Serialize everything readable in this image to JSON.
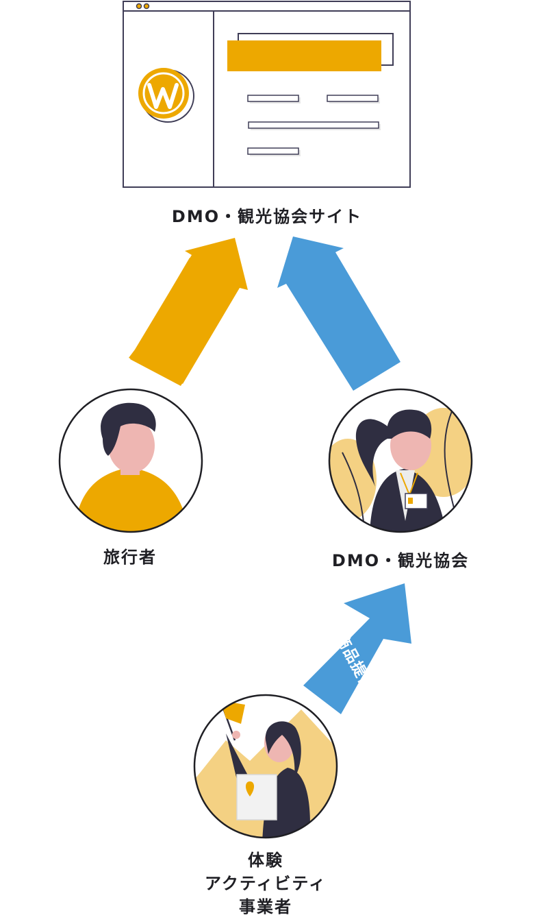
{
  "site": {
    "label": "DMO・観光協会サイト",
    "logo": "wordpress-logo"
  },
  "nodes": {
    "traveler": {
      "label": "旅行者"
    },
    "dmo": {
      "label": "DMO・観光協会"
    },
    "provider": {
      "lines": [
        "体験",
        "アクティビティ",
        "事業者"
      ]
    }
  },
  "arrows": {
    "provide": {
      "label": "商品提供"
    }
  },
  "colors": {
    "accent": "#eda800",
    "blue": "#4a9bd8",
    "light_yellow": "#f4d183",
    "dark": "#2f2e41",
    "skin": "#eeb6b2",
    "outline": "#3f3d56"
  }
}
